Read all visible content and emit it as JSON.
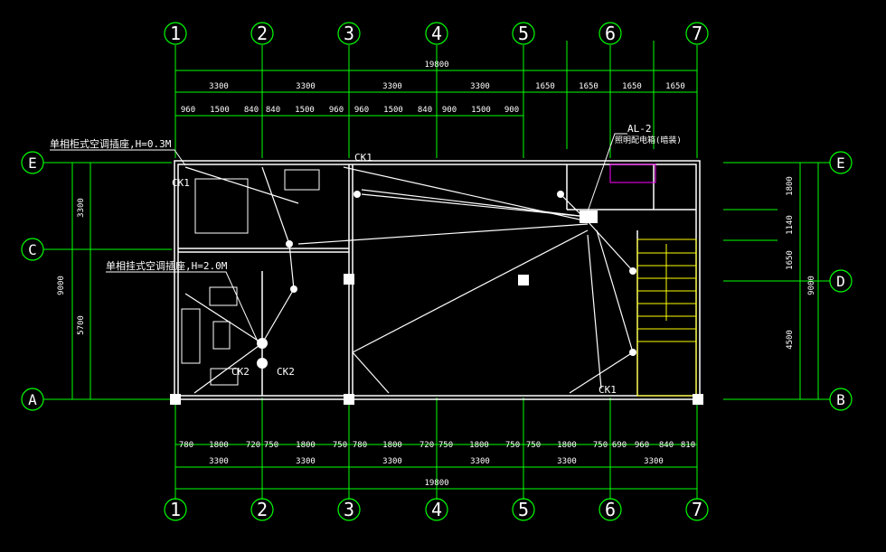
{
  "grid": {
    "columns": [
      "1",
      "2",
      "3",
      "4",
      "5",
      "6",
      "7"
    ],
    "rows_left": [
      "E",
      "C",
      "A"
    ],
    "rows_right": [
      "E",
      "D",
      "B"
    ]
  },
  "dims": {
    "overall_top": "19800",
    "overall_bottom": "19800",
    "top_row1": [
      "3300",
      "3300",
      "3300",
      "3300",
      "1650",
      "1650",
      "1650",
      "1650"
    ],
    "top_row2": [
      "960",
      "1500",
      "840",
      "840",
      "1500",
      "960",
      "960",
      "1500",
      "840",
      "900",
      "1500",
      "900"
    ],
    "bottom_row1": [
      "780",
      "1800",
      "720",
      "750",
      "1800",
      "750",
      "780",
      "1800",
      "720",
      "750",
      "1800",
      "750",
      "750",
      "1800",
      "750",
      "690",
      "960",
      "840",
      "810"
    ],
    "bottom_row2": [
      "3300",
      "3300",
      "3300",
      "3300",
      "3300",
      "3300"
    ],
    "left_outer": "9000",
    "left_inner": [
      "3300",
      "5700"
    ],
    "right_outer": "9000",
    "right_inner": [
      "1800",
      "1140",
      "1650",
      "4500"
    ]
  },
  "annotations": {
    "socket_cabinet": "单相柜式空调插座,H=0.3M",
    "socket_wall": "单相挂式空调插座,H=2.0M",
    "panel": "AL-2",
    "panel_note": "照明配电箱(暗装)",
    "ck1_a": "CK1",
    "ck1_b": "CK1",
    "ck1_c": "CK1",
    "ck2_a": "CK2",
    "ck2_b": "CK2"
  },
  "colors": {
    "grid_line": "#00ff00",
    "wall": "#ffffff",
    "dim_line": "#00ff00",
    "text": "#ffffff",
    "stair": "#ffff00",
    "device": "#ff00ff"
  }
}
